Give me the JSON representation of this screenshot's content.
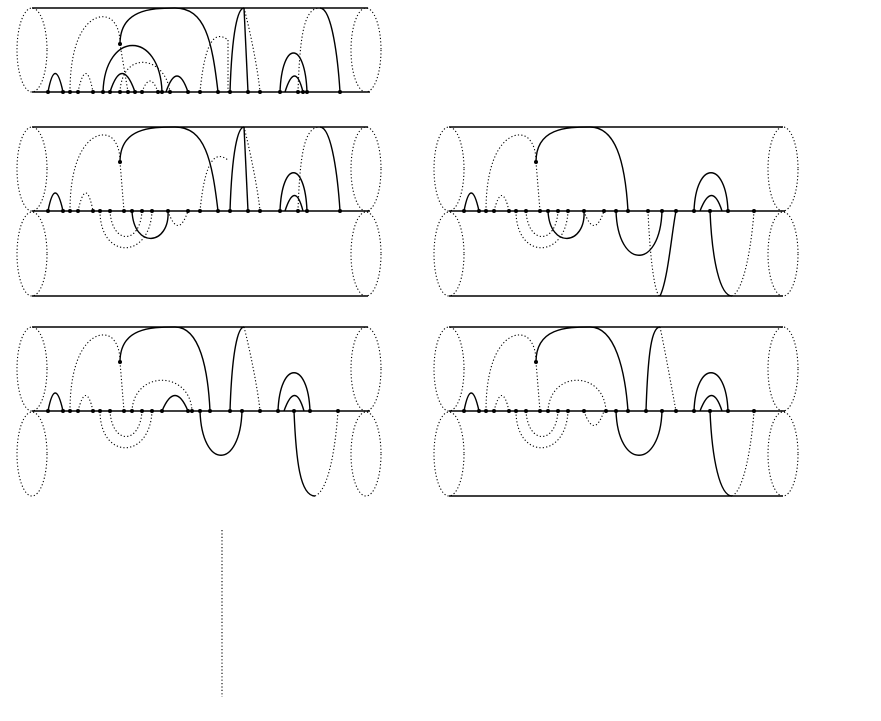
{
  "figure": {
    "panel_count": 5,
    "panels": [
      {
        "id": "p1",
        "cylinders": 1
      },
      {
        "id": "p2",
        "cylinders": 2
      },
      {
        "id": "p3",
        "cylinders": 2
      },
      {
        "id": "p4",
        "cylinders": 2
      },
      {
        "id": "p5",
        "cylinders": 2
      }
    ],
    "stroke_color": "#000000",
    "background_color": "#ffffff"
  }
}
